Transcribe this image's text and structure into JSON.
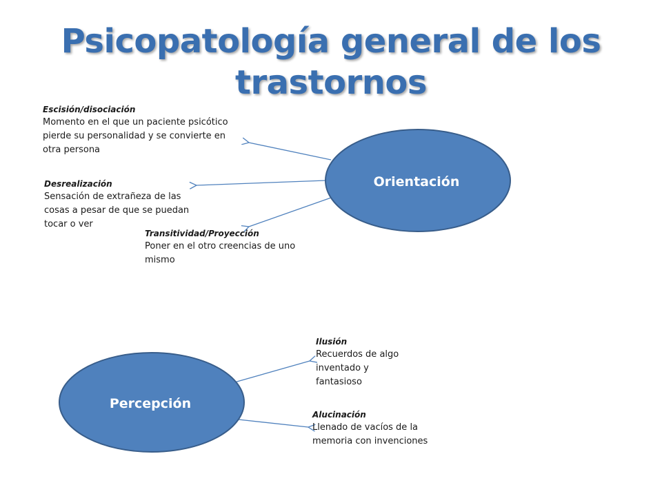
{
  "title": {
    "line1": "Psicopatología general de los",
    "line2": "trastornos"
  },
  "nodes": {
    "orientacion": "Orientación",
    "percepcion": "Percepción"
  },
  "notes": {
    "escision": {
      "term": "Escisión/disociación",
      "desc": "Momento en el que un paciente psicótico pierde su personalidad y se convierte en otra persona"
    },
    "desrealizacion": {
      "term": "Desrealización",
      "desc": "Sensación de extrañeza de las cosas a pesar de que se puedan tocar o ver"
    },
    "transitividad": {
      "term": "Transitividad/Proyección",
      "desc": "Poner en el otro creencias de uno mismo"
    },
    "ilusion": {
      "term": "Ilusión",
      "desc": "Recuerdos de algo inventado y fantasioso"
    },
    "alucinacion": {
      "term": "Alucinación",
      "desc": "Llenado de vacíos de la memoria con invenciones"
    }
  },
  "colors": {
    "title": "#3a6fb0",
    "ellipse_fill": "#4f81bd",
    "ellipse_stroke": "#385d8a",
    "connector": "#4f81bd"
  }
}
